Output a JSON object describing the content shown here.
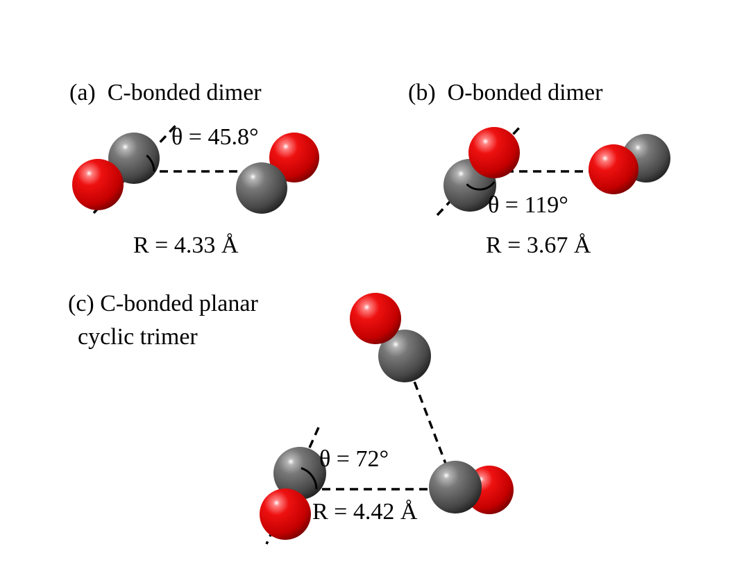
{
  "figure": {
    "background_color": "#ffffff",
    "atom_colors": {
      "oxygen": "#dd0000",
      "carbon": "#5c5c5c"
    },
    "line_color": "#000000",
    "panels": {
      "a": {
        "label": "(a)  C-bonded dimer",
        "theta_label": "θ = 45.8°",
        "distance_label": "R = 4.33 Å"
      },
      "b": {
        "label": "(b)  O-bonded dimer",
        "theta_label": "θ = 119°",
        "distance_label": "R = 3.67 Å"
      },
      "c": {
        "label_line1": "(c) C-bonded planar",
        "label_line2": "cyclic trimer",
        "theta_label": "θ = 72°",
        "distance_label": "R = 4.42 Å"
      }
    }
  }
}
